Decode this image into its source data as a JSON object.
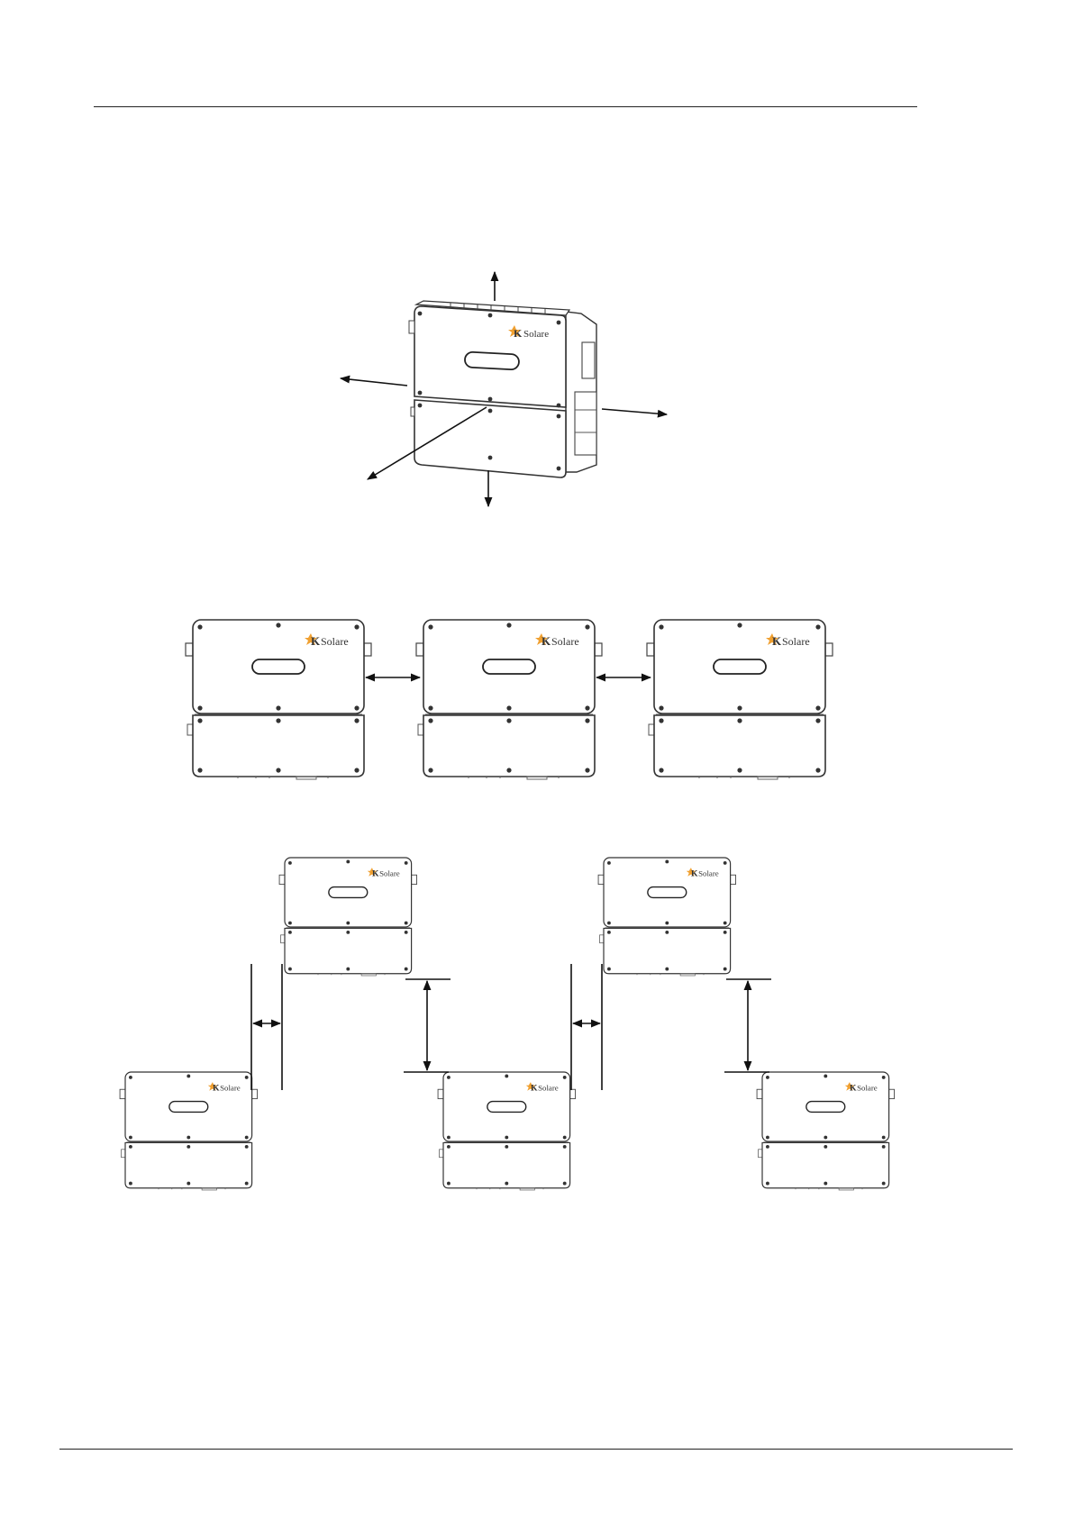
{
  "brand": {
    "logo_letter": "K",
    "logo_word": "Solare",
    "logo_color": "#f0a030",
    "text_color": "#333333"
  },
  "figures": [
    {
      "name": "clearance-directions",
      "view": "isometric",
      "arrows": [
        "up",
        "down",
        "left",
        "right",
        "front"
      ]
    },
    {
      "name": "side-by-side-spacing",
      "units": 3
    },
    {
      "name": "staggered-spacing",
      "units": 5
    }
  ],
  "icons": [
    "double-arrow-icon",
    "single-arrow-icon"
  ]
}
